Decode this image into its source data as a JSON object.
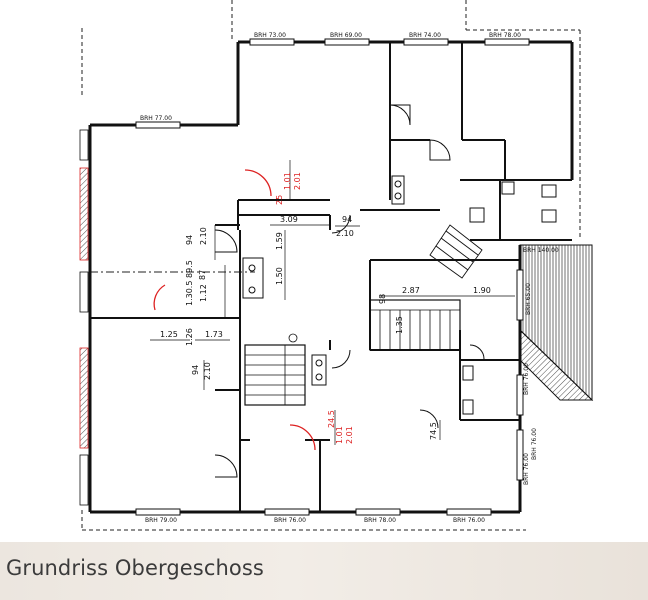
{
  "caption": "Grundriss Obergeschoss",
  "colors": {
    "wall": "#111111",
    "accent": "#dd2222",
    "caption_bg": "#efe9e2"
  },
  "plan": {
    "windows": [
      "BRH 73.00",
      "BRH 69.00",
      "BRH 74.00",
      "BRH 78.00",
      "BRH 77.00",
      "BRH 140.00",
      "BRH 65.00",
      "BRH 76.00",
      "BRH 76.00",
      "BRH 76.00",
      "BRH 79.00",
      "BRH 76.00",
      "BRH 78.00",
      "BRH 76.00"
    ],
    "dimensions": [
      "3.09",
      "94",
      "2.10",
      "1.59",
      "94",
      "2.10",
      "89.5",
      "87",
      "1.30.5",
      "1.12",
      "1.50",
      "2.87",
      "1.90",
      "98",
      "1.35",
      "1.25",
      "1.26",
      "1.73",
      "94",
      "2.10",
      "74.5"
    ],
    "red_dimensions": [
      "25",
      "1.01",
      "2.01",
      "24.5",
      "1.01",
      "2.01"
    ]
  }
}
